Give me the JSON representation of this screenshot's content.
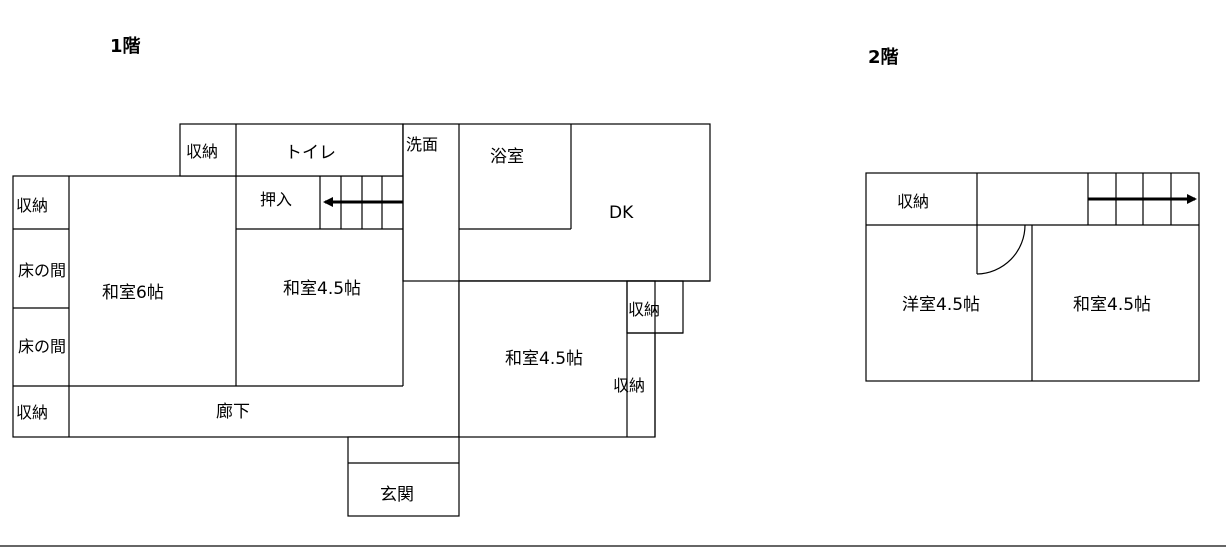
{
  "floor1": {
    "title": "1階",
    "rooms": {
      "storage_top": "収納",
      "toilet": "トイレ",
      "washroom": "洗面",
      "bath": "浴室",
      "dk": "DK",
      "storage_left_top": "収納",
      "oshiire": "押入",
      "tokonoma_1": "床の間",
      "washitsu6": "和室6帖",
      "washitsu45_center": "和室4.5帖",
      "tokonoma_2": "床の間",
      "washitsu45_right": "和室4.5帖",
      "storage_right_1": "収納",
      "storage_right_2": "収納",
      "storage_left_bottom": "収納",
      "corridor": "廊下",
      "entrance": "玄関"
    }
  },
  "floor2": {
    "title": "2階",
    "rooms": {
      "storage": "収納",
      "youshitsu45": "洋室4.5帖",
      "washitsu45": "和室4.5帖"
    }
  },
  "colors": {
    "line": "#000000",
    "background": "#ffffff"
  }
}
